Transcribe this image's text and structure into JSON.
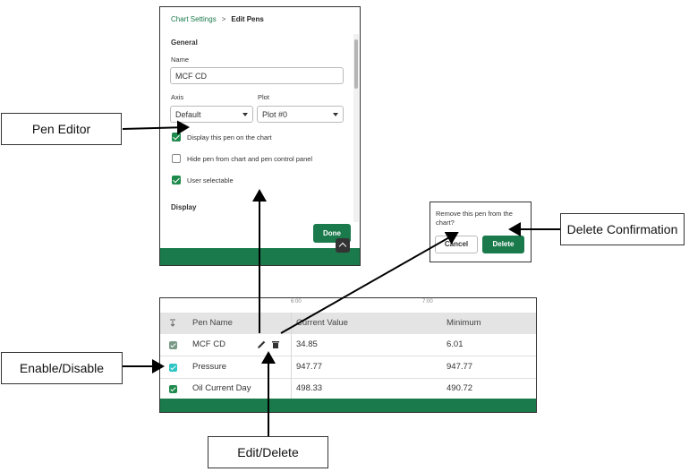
{
  "editor": {
    "breadcrumb_root": "Chart Settings",
    "breadcrumb_sep": ">",
    "breadcrumb_current": "Edit Pens",
    "general_heading": "General",
    "name_label": "Name",
    "name_value": "MCF CD",
    "axis_label": "Axis",
    "axis_value": "Default",
    "plot_label": "Plot",
    "plot_value": "Plot #0",
    "checkboxes": [
      {
        "label": "Display this pen on the chart",
        "checked": true
      },
      {
        "label": "Hide pen from chart and pen control panel",
        "checked": false
      },
      {
        "label": "User selectable",
        "checked": true
      }
    ],
    "display_heading": "Display",
    "done_label": "Done"
  },
  "confirm": {
    "message": "Remove this pen from the chart?",
    "cancel_label": "Cancel",
    "delete_label": "Delete"
  },
  "table": {
    "axis_ticks": [
      "6:00",
      "7:00"
    ],
    "columns": [
      "Pen Name",
      "Current Value",
      "Minimum"
    ],
    "rows": [
      {
        "name": "MCF CD",
        "current": "34.85",
        "minimum": "6.01"
      },
      {
        "name": "Pressure",
        "current": "947.77",
        "minimum": "947.77"
      },
      {
        "name": "Oil Current Day",
        "current": "498.33",
        "minimum": "490.72"
      }
    ]
  },
  "callouts": {
    "pen_editor": "Pen Editor",
    "delete_confirmation": "Delete Confirmation",
    "enable_disable": "Enable/Disable",
    "edit_delete": "Edit/Delete"
  },
  "colors": {
    "brand_green": "#1a7a4b",
    "header_gray": "#e4e4e4",
    "enable_highlight": "#2ec4c4"
  },
  "icons": [
    "chevron-down-icon",
    "check-icon",
    "chevron-up-icon",
    "pencil-icon",
    "trash-icon",
    "sort-icon",
    "arrow-icon"
  ]
}
